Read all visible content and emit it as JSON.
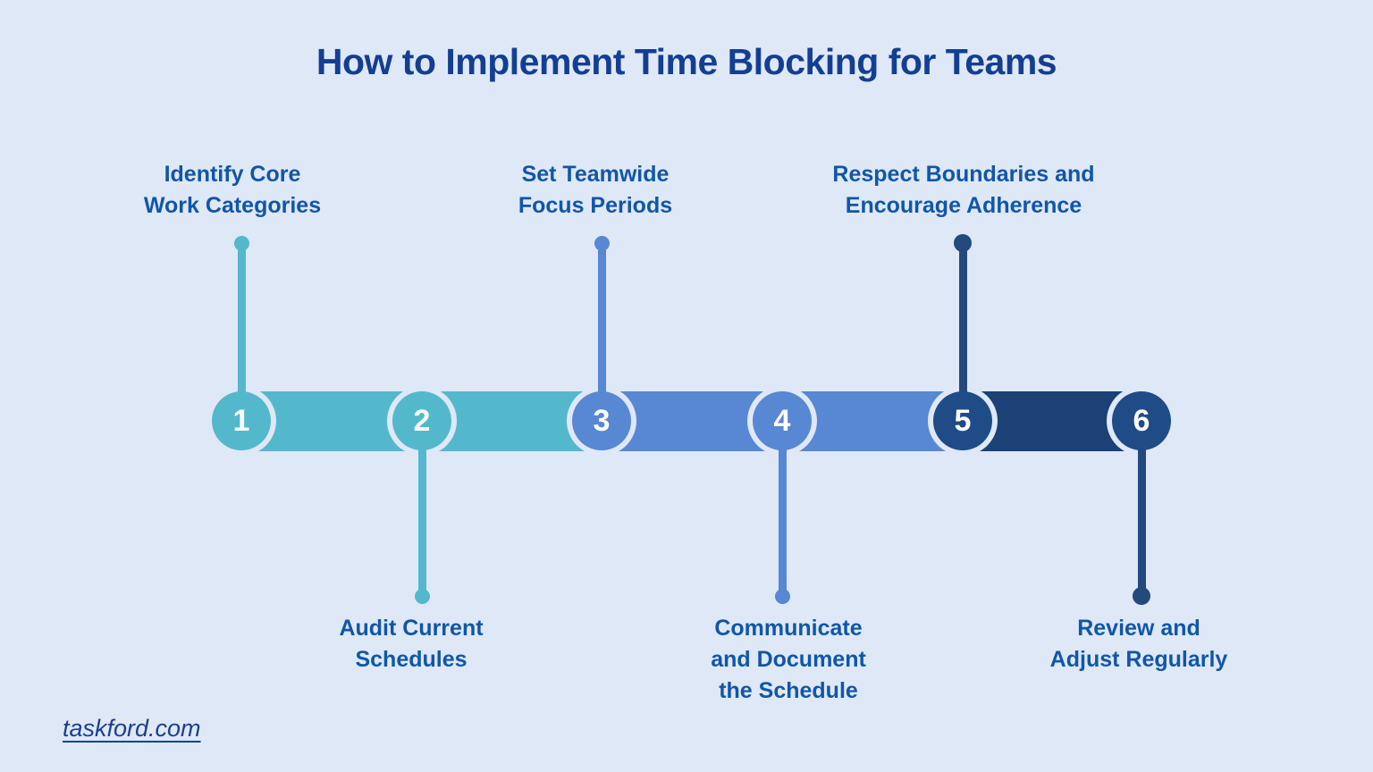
{
  "title": "How to Implement Time Blocking for Teams",
  "footer": {
    "url": "taskford.com"
  },
  "colors": {
    "background": "#dee8f7",
    "title_text": "#143e92",
    "label_text": "#1156a8",
    "number_text": "#ffffff",
    "teal": "#54b8cc",
    "blue": "#5887d3",
    "navy_circle": "#1f4b87",
    "navy_bar": "#1b4175",
    "navy_connector": "#24497d",
    "footer_text": "#1b3f92"
  },
  "steps": [
    {
      "number": "1",
      "label": "Identify Core\nWork Categories",
      "side": "above",
      "color_key": "teal"
    },
    {
      "number": "2",
      "label": "Audit Current\nSchedules",
      "side": "below",
      "color_key": "teal"
    },
    {
      "number": "3",
      "label": "Set Teamwide\nFocus Periods",
      "side": "above",
      "color_key": "blue"
    },
    {
      "number": "4",
      "label": "Communicate\nand Document\nthe Schedule",
      "side": "below",
      "color_key": "blue"
    },
    {
      "number": "5",
      "label": "Respect Boundaries and\nEncourage Adherence",
      "side": "above",
      "color_key": "navy"
    },
    {
      "number": "6",
      "label": "Review and\nAdjust Regularly",
      "side": "below",
      "color_key": "navy"
    }
  ],
  "segments": [
    {
      "from": "1",
      "to": "2",
      "color_key": "teal"
    },
    {
      "from": "2",
      "to": "3",
      "color_key": "teal"
    },
    {
      "from": "3",
      "to": "4",
      "color_key": "blue"
    },
    {
      "from": "4",
      "to": "5",
      "color_key": "blue"
    },
    {
      "from": "5",
      "to": "6",
      "color_key": "navy"
    }
  ]
}
